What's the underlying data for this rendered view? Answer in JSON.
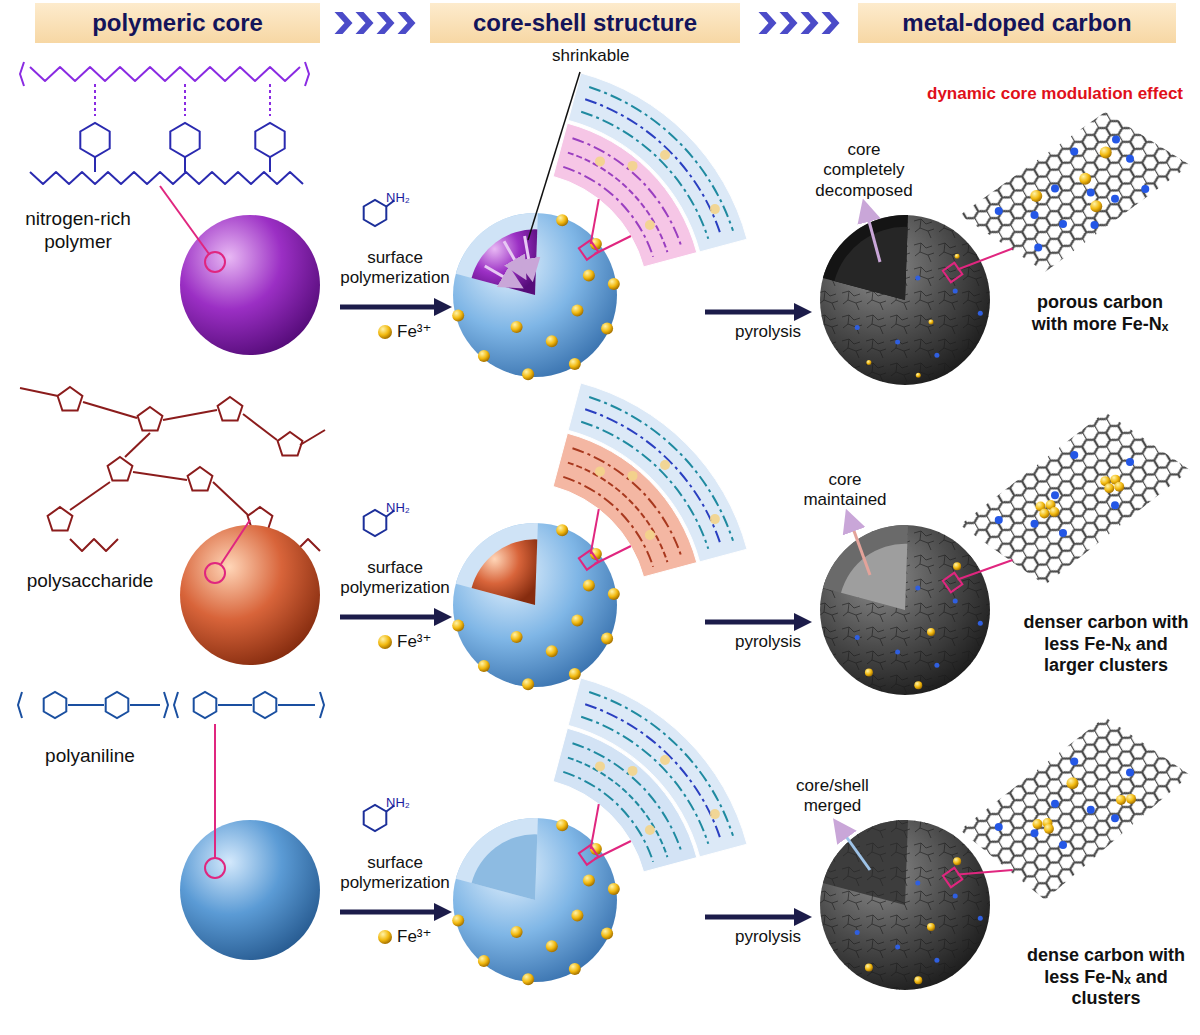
{
  "diagram": {
    "nodes": [
      {
        "text": [
          "polymeric core"
        ]
      },
      {
        "text": [
          "core-shell structure"
        ]
      },
      {
        "text": [
          "metal-doped carbon"
        ]
      }
    ],
    "edges": [
      {
        "from": 0,
        "to": 1,
        "arrow": "to"
      },
      {
        "from": 1,
        "to": 2,
        "arrow": "to"
      }
    ],
    "labels": [
      "dynamic core modulation effect",
      "nitrogen-rich polymer",
      "NH₂",
      "surface polymerization",
      "Fe³⁺",
      "shrinkable",
      "pyrolysis",
      "core completely decomposed",
      "porous carbon with more Fe-Nₓ",
      "polysaccharide",
      "NH₂",
      "surface polymerization",
      "Fe³⁺",
      "pyrolysis",
      "core maintained",
      "denser carbon with less Fe-Nₓ and larger clusters",
      "polyaniline",
      "NH₂",
      "surface polymerization",
      "Fe³⁺",
      "pyrolysis",
      "core/shell merged",
      "dense carbon with less Fe-Nₓ and clusters"
    ]
  }
}
